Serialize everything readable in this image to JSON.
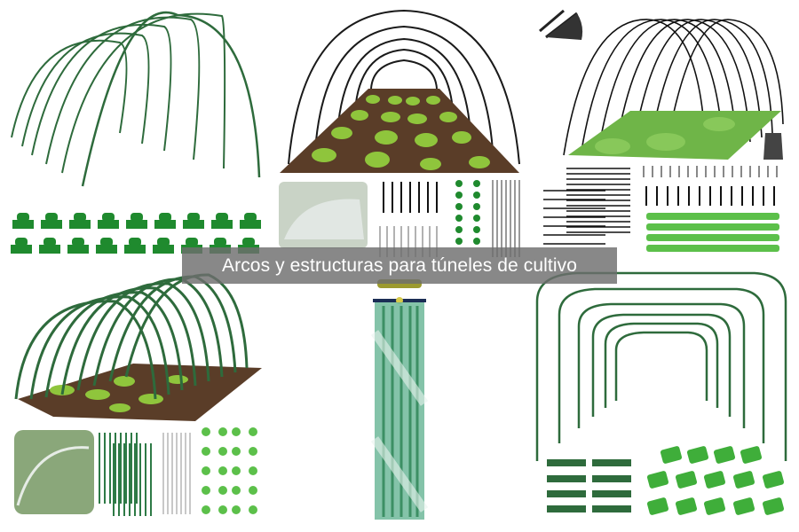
{
  "caption": {
    "text": "Arcos y estructuras para túneles de cultivo"
  },
  "colors": {
    "caption_bg": "#6e6e6e",
    "caption_text": "#ffffff",
    "hoop_green": "#2e6b3c",
    "clip_green": "#1f8a2e",
    "clip_light_green": "#5cc04a",
    "soil_brown": "#5a3d28",
    "lettuce_green": "#8fc53c"
  },
  "panels": [
    {
      "id": "green-hoops-with-t-clips",
      "label": "Green hoop arches with T-clips"
    },
    {
      "id": "black-hoops-over-lettuce-bed",
      "label": "Black hoops over lettuce bed with accessories"
    },
    {
      "id": "black-hoops-kit-with-stakes",
      "label": "Black hoops kit with stakes, clips and glove"
    },
    {
      "id": "green-hoops-over-planted-bed",
      "label": "Green hoops over planted bed with accessories"
    },
    {
      "id": "packaged-tunnel-hoops",
      "label": "Packaged green tunnel hoops"
    },
    {
      "id": "nested-square-hoops-with-clips",
      "label": "Nested square hoops with connectors and clips"
    }
  ]
}
